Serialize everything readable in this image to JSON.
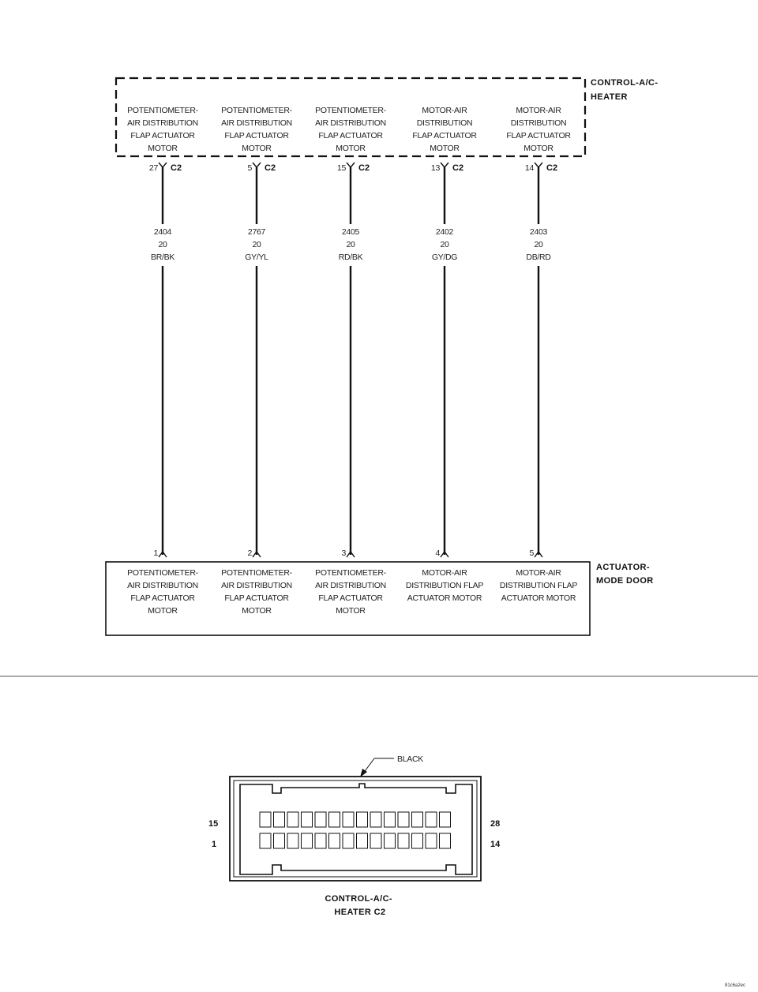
{
  "module": {
    "name_lines": [
      "CONTROL-A/C-",
      "HEATER"
    ],
    "circuits": [
      {
        "label": [
          "POTENTIOMETER-",
          "AIR DISTRIBUTION",
          "FLAP ACTUATOR",
          "MOTOR"
        ],
        "pin": "27",
        "connector": "C2",
        "wire": [
          "2404",
          "20",
          "BR/BK"
        ]
      },
      {
        "label": [
          "POTENTIOMETER-",
          "AIR DISTRIBUTION",
          "FLAP ACTUATOR",
          "MOTOR"
        ],
        "pin": "5",
        "connector": "C2",
        "wire": [
          "2767",
          "20",
          "GY/YL"
        ]
      },
      {
        "label": [
          "POTENTIOMETER-",
          "AIR DISTRIBUTION",
          "FLAP ACTUATOR",
          "MOTOR"
        ],
        "pin": "15",
        "connector": "C2",
        "wire": [
          "2405",
          "20",
          "RD/BK"
        ]
      },
      {
        "label": [
          "MOTOR-AIR",
          "DISTRIBUTION",
          "FLAP ACTUATOR",
          "MOTOR"
        ],
        "pin": "13",
        "connector": "C2",
        "wire": [
          "2402",
          "20",
          "GY/DG"
        ]
      },
      {
        "label": [
          "MOTOR-AIR",
          "DISTRIBUTION",
          "FLAP ACTUATOR",
          "MOTOR"
        ],
        "pin": "14",
        "connector": "C2",
        "wire": [
          "2403",
          "20",
          "DB/RD"
        ]
      }
    ]
  },
  "actuator": {
    "name_lines": [
      "ACTUATOR-",
      "MODE DOOR"
    ],
    "pins": [
      {
        "pin": "1",
        "label": [
          "POTENTIOMETER-",
          "AIR DISTRIBUTION",
          "FLAP ACTUATOR",
          "MOTOR"
        ]
      },
      {
        "pin": "2",
        "label": [
          "POTENTIOMETER-",
          "AIR DISTRIBUTION",
          "FLAP ACTUATOR",
          "MOTOR"
        ]
      },
      {
        "pin": "3",
        "label": [
          "POTENTIOMETER-",
          "AIR DISTRIBUTION",
          "FLAP ACTUATOR",
          "MOTOR"
        ]
      },
      {
        "pin": "4",
        "label": [
          "MOTOR-AIR",
          "DISTRIBUTION FLAP",
          "ACTUATOR MOTOR"
        ]
      },
      {
        "pin": "5",
        "label": [
          "MOTOR-AIR",
          "DISTRIBUTION FLAP",
          "ACTUATOR MOTOR"
        ]
      }
    ]
  },
  "connector_view": {
    "color_callout": "BLACK",
    "pin_top_left": "15",
    "pin_top_right": "28",
    "pin_bottom_left": "1",
    "pin_bottom_right": "14",
    "caption_lines": [
      "CONTROL-A/C-",
      "HEATER C2"
    ],
    "cavities_per_row": 14
  },
  "image_code": "81c6a2ec"
}
